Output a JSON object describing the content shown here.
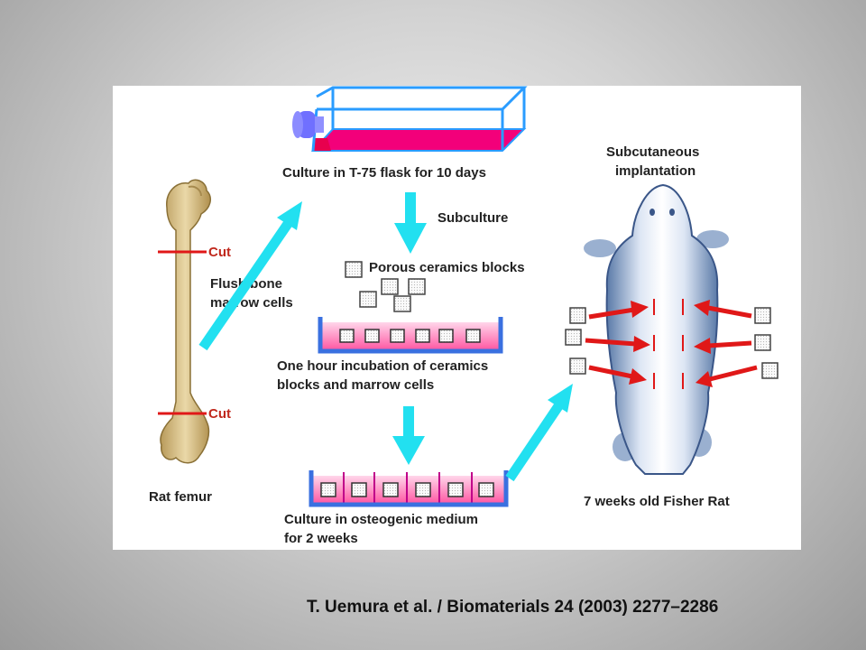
{
  "labels": {
    "flask": "Culture in T-75 flask for 10 days",
    "subculture": "Subculture",
    "porous": "Porous ceramics blocks",
    "incubation_1": "One hour incubation of ceramics",
    "incubation_2": "blocks and marrow cells",
    "osteogenic_1": "Culture in osteogenic medium",
    "osteogenic_2": "for 2 weeks",
    "cut_top": "Cut",
    "cut_bottom": "Cut",
    "flush_1": "Flush bone",
    "flush_2": "marrow cells",
    "femur": "Rat femur",
    "subcutaneous_1": "Subcutaneous",
    "subcutaneous_2": "implantation",
    "rat": "7 weeks old Fisher Rat"
  },
  "citation": "T. Uemura et al. / Biomaterials 24 (2003) 2277–2286",
  "colors": {
    "arrow_cyan": "#22e0f0",
    "arrow_red": "#e01818",
    "cut_red": "#c0281c",
    "medium_pink": "#e8004e",
    "flask_blue": "#2a9cff",
    "cap_purple": "#7070ff",
    "bone": "#d9c18a"
  }
}
